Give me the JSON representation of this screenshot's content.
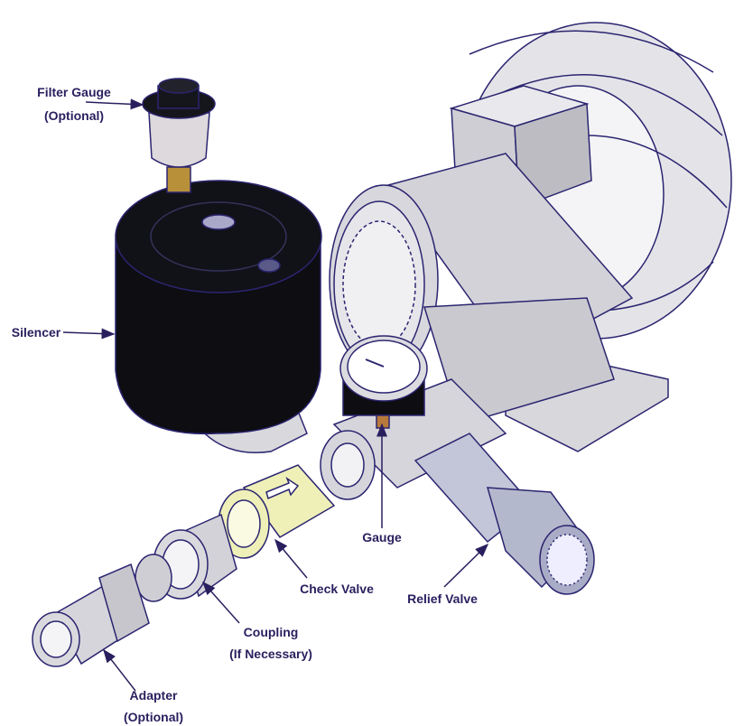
{
  "diagram": {
    "colors": {
      "label": "#2a1f5e",
      "outline": "#2b2570",
      "silencer": "#0d0d12",
      "metal": "#d4d2d6",
      "check_valve": "#eef0b8",
      "relief_valve": "#c2c6d8"
    },
    "labels": {
      "filter_gauge": {
        "line1": "Filter Gauge",
        "line2": "(Optional)"
      },
      "silencer": "Silencer",
      "gauge": "Gauge",
      "check_valve": "Check Valve",
      "relief_valve": "Relief Valve",
      "coupling": {
        "line1": "Coupling",
        "line2": "(If Necessary)"
      },
      "adapter": {
        "line1": "Adapter",
        "line2": "(Optional)"
      }
    }
  }
}
